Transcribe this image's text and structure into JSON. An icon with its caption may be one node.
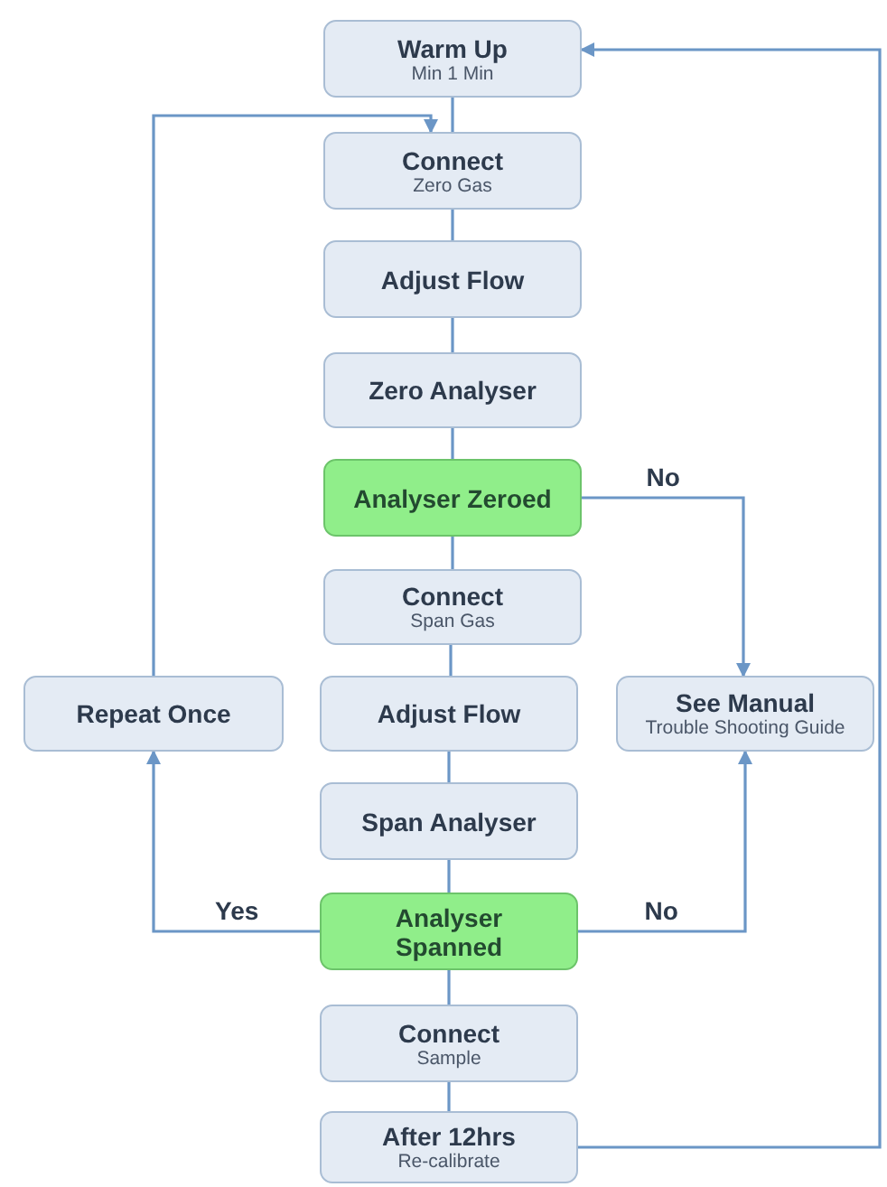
{
  "diagram": {
    "nodes": [
      {
        "text": [
          "Warm Up",
          "Min 1 Min"
        ]
      },
      {
        "text": [
          "Connect",
          "Zero Gas"
        ]
      },
      {
        "text": [
          "Adjust Flow"
        ]
      },
      {
        "text": [
          "Zero Analyser"
        ]
      },
      {
        "text": [
          "Analyser Zeroed"
        ]
      },
      {
        "text": [
          "Connect",
          "Span Gas"
        ]
      },
      {
        "text": [
          "Repeat Once"
        ]
      },
      {
        "text": [
          "Adjust Flow"
        ]
      },
      {
        "text": [
          "See Manual",
          "Trouble Shooting Guide"
        ]
      },
      {
        "text": [
          "Span Analyser"
        ]
      },
      {
        "text": [
          "Analyser Spanned"
        ]
      },
      {
        "text": [
          "Connect",
          "Sample"
        ]
      },
      {
        "text": [
          "After 12hrs",
          "Re-calibrate"
        ]
      }
    ],
    "edges": [
      {
        "from": 0,
        "to": 1,
        "arrow": "none"
      },
      {
        "from": 1,
        "to": 2,
        "arrow": "none"
      },
      {
        "from": 2,
        "to": 3,
        "arrow": "none"
      },
      {
        "from": 3,
        "to": 4,
        "arrow": "none"
      },
      {
        "from": 4,
        "to": 5,
        "arrow": "none"
      },
      {
        "from": 5,
        "to": 7,
        "arrow": "none"
      },
      {
        "from": 7,
        "to": 9,
        "arrow": "none"
      },
      {
        "from": 9,
        "to": 10,
        "arrow": "none"
      },
      {
        "from": 10,
        "to": 11,
        "arrow": "none"
      },
      {
        "from": 11,
        "to": 12,
        "arrow": "none"
      },
      {
        "from": 4,
        "to": 8,
        "arrow": "to",
        "label": "No"
      },
      {
        "from": 10,
        "to": 8,
        "arrow": "to",
        "label": "No"
      },
      {
        "from": 10,
        "to": 6,
        "arrow": "to",
        "label": "Yes"
      },
      {
        "from": 6,
        "to": 1,
        "arrow": "to"
      },
      {
        "from": 12,
        "to": 0,
        "arrow": "to"
      }
    ]
  }
}
